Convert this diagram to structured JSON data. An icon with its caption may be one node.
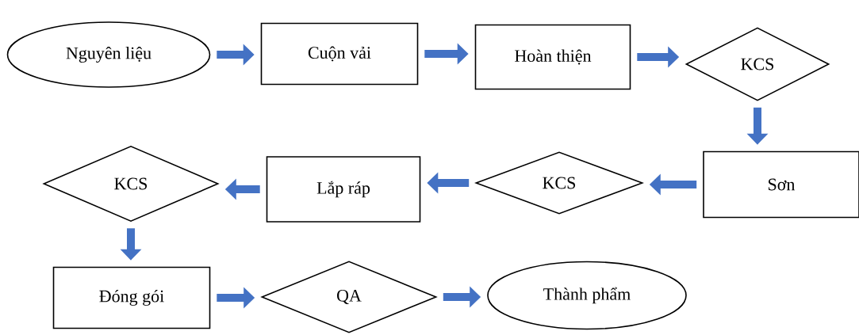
{
  "diagram": {
    "nodes": [
      {
        "text": [
          "Nguyên liệu"
        ]
      },
      {
        "text": [
          "Cuộn vải"
        ]
      },
      {
        "text": [
          "Hoàn thiện"
        ]
      },
      {
        "text": [
          "KCS"
        ]
      },
      {
        "text": [
          "Sơn"
        ]
      },
      {
        "text": [
          "KCS"
        ]
      },
      {
        "text": [
          "Lắp ráp"
        ]
      },
      {
        "text": [
          "KCS"
        ]
      },
      {
        "text": [
          "Đóng gói"
        ]
      },
      {
        "text": [
          "QA"
        ]
      },
      {
        "text": [
          "Thành phẩm"
        ]
      }
    ],
    "edges": [
      {
        "from": 0,
        "to": 1,
        "arrow": "to"
      },
      {
        "from": 1,
        "to": 2,
        "arrow": "to"
      },
      {
        "from": 2,
        "to": 3,
        "arrow": "to"
      },
      {
        "from": 3,
        "to": 4,
        "arrow": "to"
      },
      {
        "from": 4,
        "to": 5,
        "arrow": "to"
      },
      {
        "from": 5,
        "to": 6,
        "arrow": "to"
      },
      {
        "from": 6,
        "to": 7,
        "arrow": "to"
      },
      {
        "from": 7,
        "to": 8,
        "arrow": "to"
      },
      {
        "from": 8,
        "to": 9,
        "arrow": "to"
      },
      {
        "from": 9,
        "to": 10,
        "arrow": "to"
      }
    ]
  }
}
